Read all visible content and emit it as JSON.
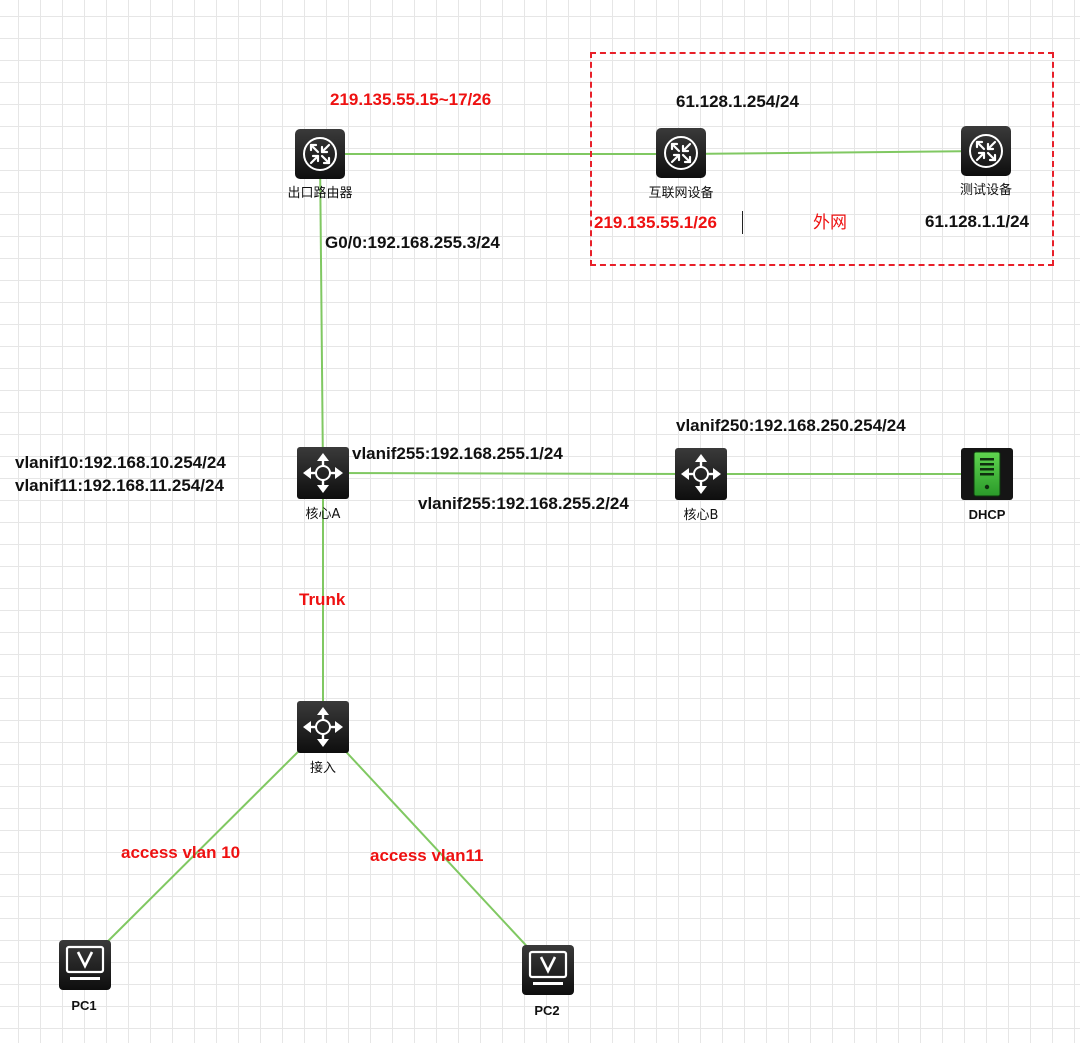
{
  "devices": {
    "exit_router": {
      "name": "出口路由器",
      "kind": "router"
    },
    "internet_device": {
      "name": "互联网设备",
      "kind": "router"
    },
    "test_device": {
      "name": "测试设备",
      "kind": "router"
    },
    "core_a": {
      "name": "核心A",
      "kind": "switch"
    },
    "core_b": {
      "name": "核心B",
      "kind": "switch"
    },
    "dhcp": {
      "name": "DHCP",
      "kind": "server"
    },
    "access_sw": {
      "name": "接入",
      "kind": "switch"
    },
    "pc1": {
      "name": "PC1",
      "kind": "pc"
    },
    "pc2": {
      "name": "PC2",
      "kind": "pc"
    }
  },
  "labels": {
    "exit_public_ip": "219.135.55.15~17/26",
    "internet_test_link_ip": "61.128.1.254/24",
    "internet_public_ip": "219.135.55.1/26",
    "external_network": "外网",
    "test_ip": "61.128.1.1/24",
    "exit_g0_ip": "G0/0:192.168.255.3/24",
    "core_a_vlanif10": "vlanif10:192.168.10.254/24",
    "core_a_vlanif11": "vlanif11:192.168.11.254/24",
    "core_a_vlanif255": "vlanif255:192.168.255.1/24",
    "core_b_vlanif255": "vlanif255:192.168.255.2/24",
    "core_b_vlanif250": "vlanif250:192.168.250.254/24",
    "trunk": "Trunk",
    "pc1_link": "access vlan 10",
    "pc2_link": "access vlan11"
  },
  "colors": {
    "link": "#80c862",
    "highlight_text": "#ee1111",
    "external_zone_border": "#e8202a",
    "device_body": "#1c1c1c",
    "dhcp_body": "#3fb93a"
  },
  "icons": {
    "router": "router-icon",
    "switch": "layer3-switch-icon",
    "server": "server-icon",
    "pc": "pc-monitor-icon"
  }
}
